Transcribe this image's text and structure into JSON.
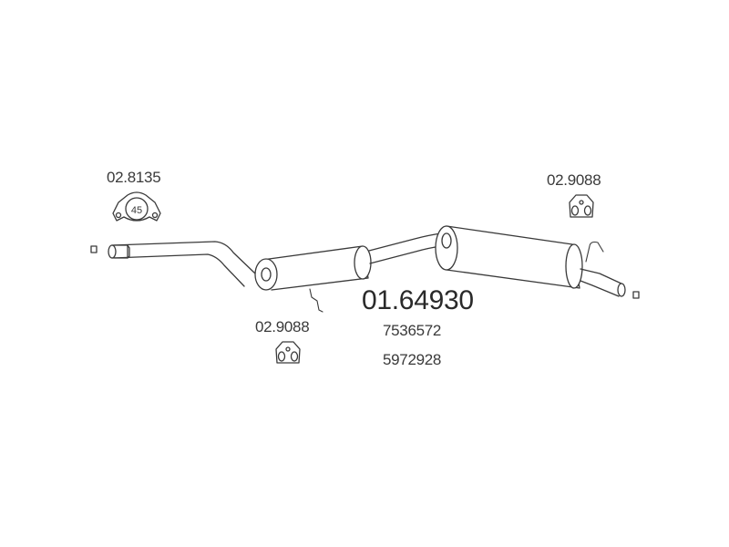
{
  "diagram": {
    "main_part_number": "01.64930",
    "oem_references": [
      "7536572",
      "5972928"
    ],
    "components": [
      {
        "role": "clamp",
        "part_number": "02.8135",
        "size_label": "45"
      },
      {
        "role": "hanger-right",
        "part_number": "02.9088"
      },
      {
        "role": "hanger-left",
        "part_number": "02.9088"
      }
    ],
    "colors": {
      "line": "#3a3a3a",
      "fill": "#ffffff"
    }
  }
}
